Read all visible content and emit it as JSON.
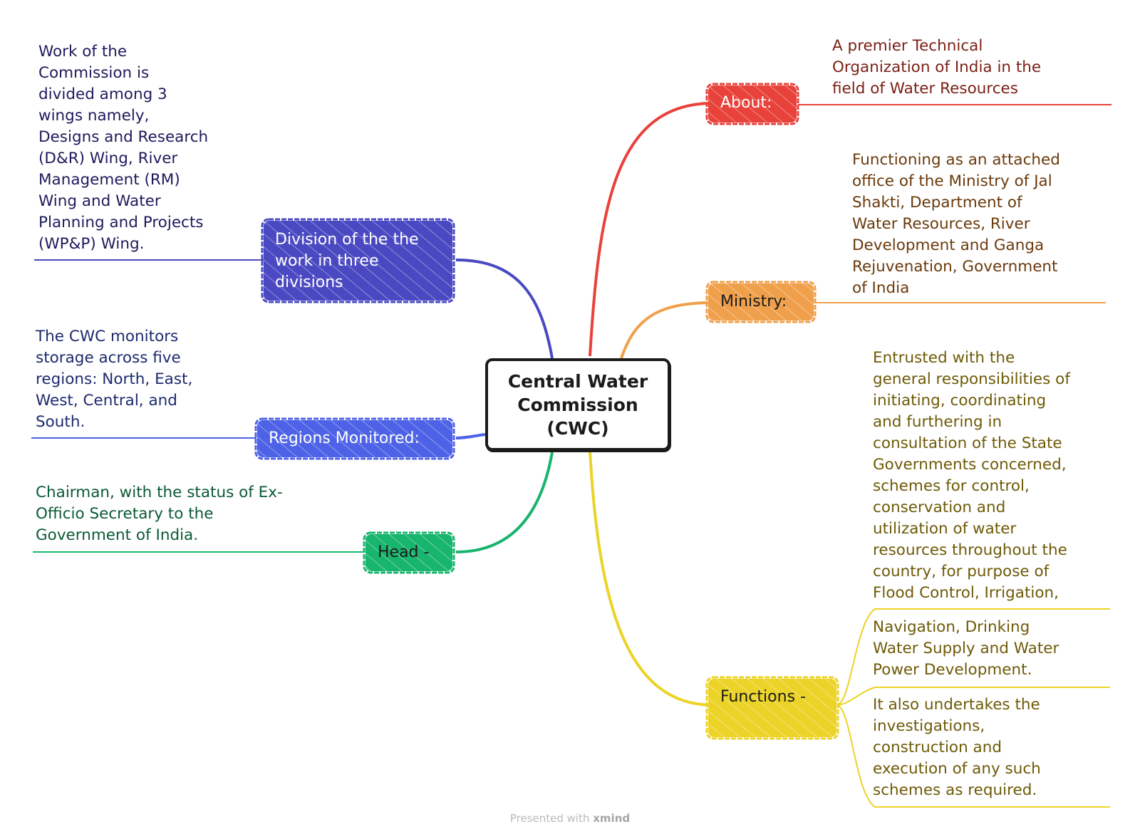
{
  "central": {
    "title": "Central Water\nCommission\n(CWC)"
  },
  "branches": {
    "about": {
      "label": "About:",
      "color": "#e8423a",
      "text": "A premier Technical\nOrganization of India in the\nfield of Water Resources"
    },
    "ministry": {
      "label": "Ministry:",
      "color": "#f0a04b",
      "text": "Functioning as an attached\noffice of the Ministry of Jal\nShakti, Department of\nWater Resources, River\nDevelopment and Ganga\nRejuvenation, Government\nof India"
    },
    "functions": {
      "label": "Functions -",
      "color": "#ecd327",
      "text1": "Entrusted with the\ngeneral responsibilities of\ninitiating, coordinating\nand furthering in\nconsultation of the State\nGovernments concerned,\nschemes for control,\nconservation and\nutilization of water\nresources throughout the\ncountry, for purpose of\nFlood Control, Irrigation,",
      "text2": "Navigation, Drinking\nWater Supply and Water\nPower Development.",
      "text3": "It also undertakes the\ninvestigations,\nconstruction and\nexecution of any such\nschemes as required."
    },
    "division": {
      "label": "Division of the the\nwork in three\ndivisions",
      "color": "#4a49c2",
      "text": "Work of the\nCommission is\ndivided among 3\nwings namely,\nDesigns and Research\n(D&R) Wing, River\nManagement (RM)\nWing and Water\nPlanning and Projects\n(WP&P) Wing."
    },
    "regions": {
      "label": "Regions Monitored:",
      "color": "#4d62e6",
      "text": "The CWC monitors\nstorage across five\nregions: North, East,\nWest, Central, and\nSouth."
    },
    "head": {
      "label": "Head -",
      "color": "#18b56e",
      "text": "Chairman, with the status of Ex-\nOfficio Secretary to the\nGovernment of India."
    }
  },
  "footer": {
    "prefix": "Presented with ",
    "brand": "xmind"
  }
}
